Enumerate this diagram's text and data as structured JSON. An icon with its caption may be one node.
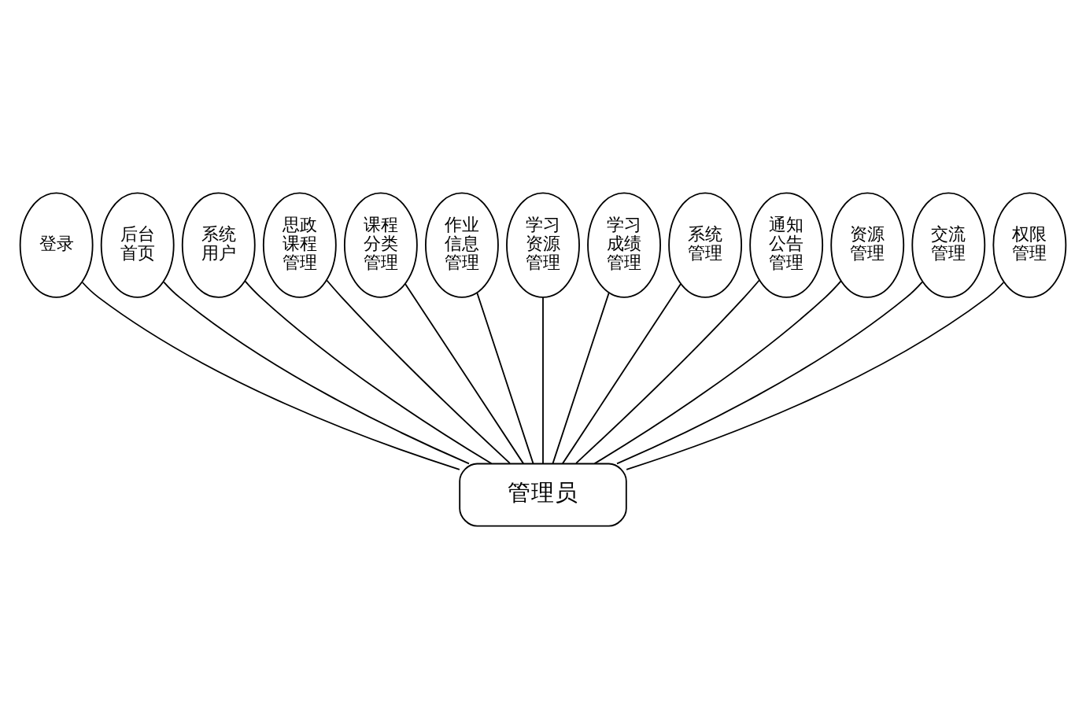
{
  "diagram": {
    "nodes": [
      {
        "text": [
          "登录"
        ]
      },
      {
        "text": [
          "后台首页"
        ]
      },
      {
        "text": [
          "系统用户"
        ]
      },
      {
        "text": [
          "思政课程管理"
        ]
      },
      {
        "text": [
          "课程分类管理"
        ]
      },
      {
        "text": [
          "作业信息管理"
        ]
      },
      {
        "text": [
          "学习资源管理"
        ]
      },
      {
        "text": [
          "学习成绩管理"
        ]
      },
      {
        "text": [
          "系统管理"
        ]
      },
      {
        "text": [
          "通知公告管理"
        ]
      },
      {
        "text": [
          "资源管理"
        ]
      },
      {
        "text": [
          "交流管理"
        ]
      },
      {
        "text": [
          "权限管理"
        ]
      },
      {
        "text": [
          "管理员"
        ]
      }
    ],
    "edges": [
      {
        "from": 13,
        "to": 0,
        "arrow": "none"
      },
      {
        "from": 13,
        "to": 1,
        "arrow": "none"
      },
      {
        "from": 13,
        "to": 2,
        "arrow": "none"
      },
      {
        "from": 13,
        "to": 3,
        "arrow": "none"
      },
      {
        "from": 13,
        "to": 4,
        "arrow": "none"
      },
      {
        "from": 13,
        "to": 5,
        "arrow": "none"
      },
      {
        "from": 13,
        "to": 6,
        "arrow": "none"
      },
      {
        "from": 13,
        "to": 7,
        "arrow": "none"
      },
      {
        "from": 13,
        "to": 8,
        "arrow": "none"
      },
      {
        "from": 13,
        "to": 9,
        "arrow": "none"
      },
      {
        "from": 13,
        "to": 10,
        "arrow": "none"
      },
      {
        "from": 13,
        "to": 11,
        "arrow": "none"
      },
      {
        "from": 13,
        "to": 12,
        "arrow": "none"
      }
    ]
  }
}
